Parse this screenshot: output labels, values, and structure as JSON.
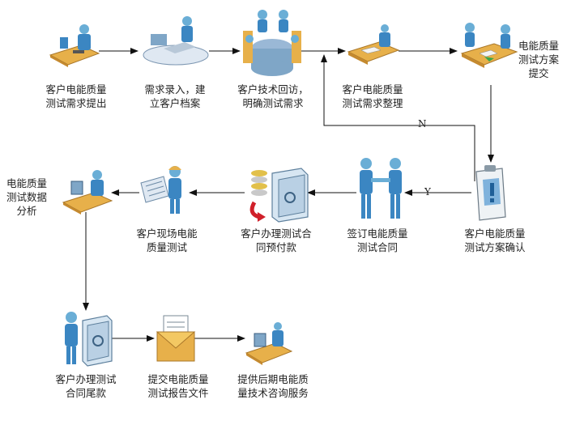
{
  "steps": {
    "s1": {
      "label": "客户电能质量\n测试需求提出",
      "icon": "person-at-computer-icon"
    },
    "s2": {
      "label": "需求录入，建\n立客户档案",
      "icon": "person-entering-data-icon"
    },
    "s3": {
      "label": "客户技术回访，\n明确测试需求",
      "icon": "meeting-table-icon"
    },
    "s4": {
      "label": "客户电能质量\n测试需求整理",
      "icon": "person-at-desk-icon"
    },
    "s5": {
      "label": "电能质量\n测试方案\n提交",
      "icon": "two-people-at-desk-icon"
    },
    "s6": {
      "label": "客户电能质量\n测试方案确认",
      "icon": "clipboard-exclamation-icon"
    },
    "s7": {
      "label": "签订电能质量\n测试合同",
      "icon": "handshake-icon"
    },
    "s8": {
      "label": "客户办理测试合\n同预付款",
      "icon": "safe-coins-icon"
    },
    "s9": {
      "label": "客户现场电能\n质量测试",
      "icon": "engineer-blueprint-icon"
    },
    "s10": {
      "label": "电能质量\n测试数据\n分析",
      "icon": "person-at-computer-icon"
    },
    "s11": {
      "label": "客户办理测试\n合同尾款",
      "icon": "person-with-safe-icon"
    },
    "s12": {
      "label": "提交电能质量\n测试报告文件",
      "icon": "envelope-document-icon"
    },
    "s13": {
      "label": "提供后期电能质\n量技术咨询服务",
      "icon": "person-at-computer-icon"
    }
  },
  "decisions": {
    "no": "N",
    "yes": "Y"
  },
  "colors": {
    "arrow": "#111111",
    "desk": "#e7b04a",
    "person": "#6aaed6",
    "shirt": "#3b86c2"
  }
}
